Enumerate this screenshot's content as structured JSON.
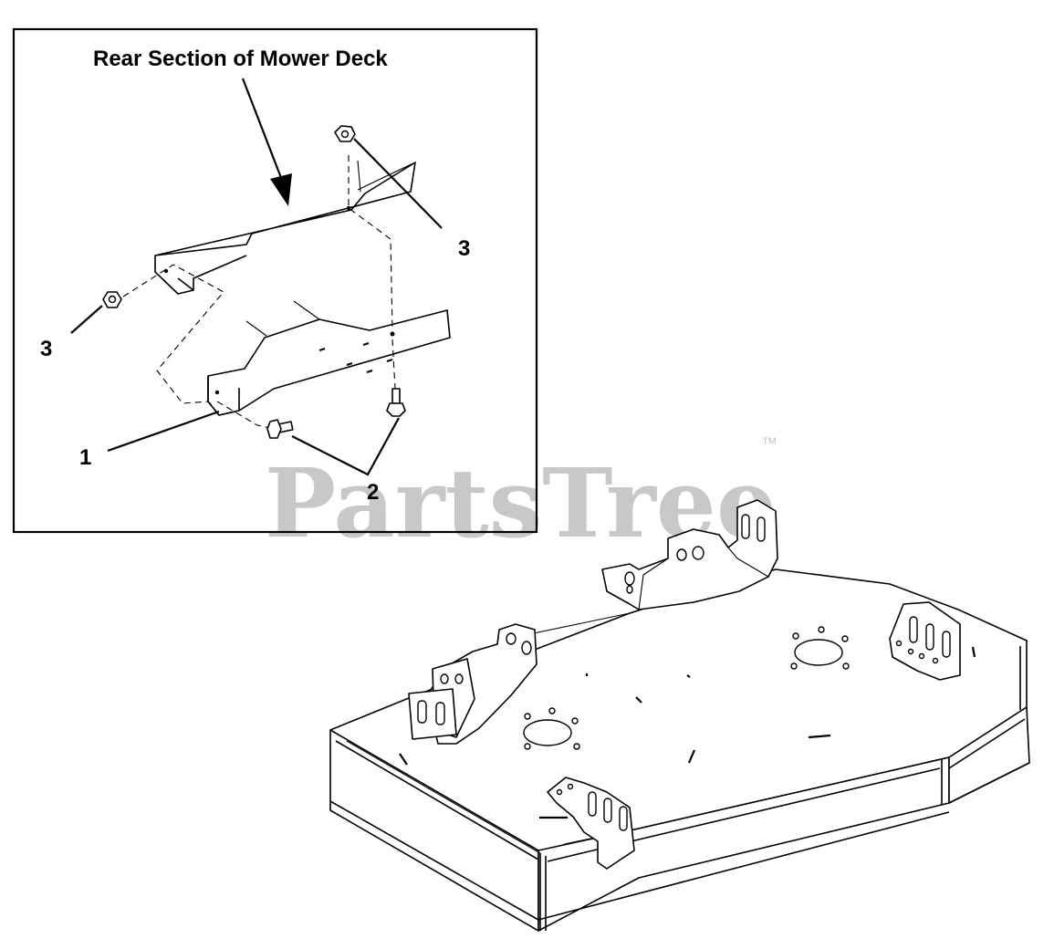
{
  "inset": {
    "title": "Rear Section of Mower Deck",
    "callouts": {
      "item1": "1",
      "item2": "2",
      "item3_right": "3",
      "item3_left": "3"
    }
  },
  "watermark": {
    "text": "PartsTree",
    "trademark": "™"
  }
}
